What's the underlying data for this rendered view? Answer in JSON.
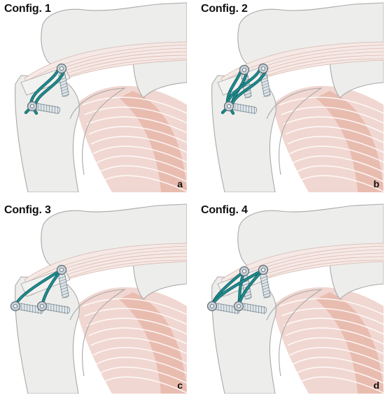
{
  "colors": {
    "bone_fill": "#ededeb",
    "bone_stroke": "#a9a9a9",
    "muscle_fill": "#f1d7d1",
    "muscle_deep": "#e1a595",
    "muscle_line": "#ffffff",
    "suture": "#1f8c8e",
    "suture_dark": "#125e60",
    "screw": "#dfe6ea",
    "screw_stroke": "#7c8b94"
  },
  "panels": [
    {
      "title": "Config. 1",
      "letter": "a",
      "anchors": 1,
      "medial": 1,
      "knotless": 0
    },
    {
      "title": "Config. 2",
      "letter": "b",
      "anchors": 1,
      "medial": 2,
      "knotless": 0
    },
    {
      "title": "Config. 3",
      "letter": "c",
      "anchors": 2,
      "medial": 1,
      "knotless": 1
    },
    {
      "title": "Config. 4",
      "letter": "d",
      "anchors": 2,
      "medial": 2,
      "knotless": 1
    }
  ]
}
